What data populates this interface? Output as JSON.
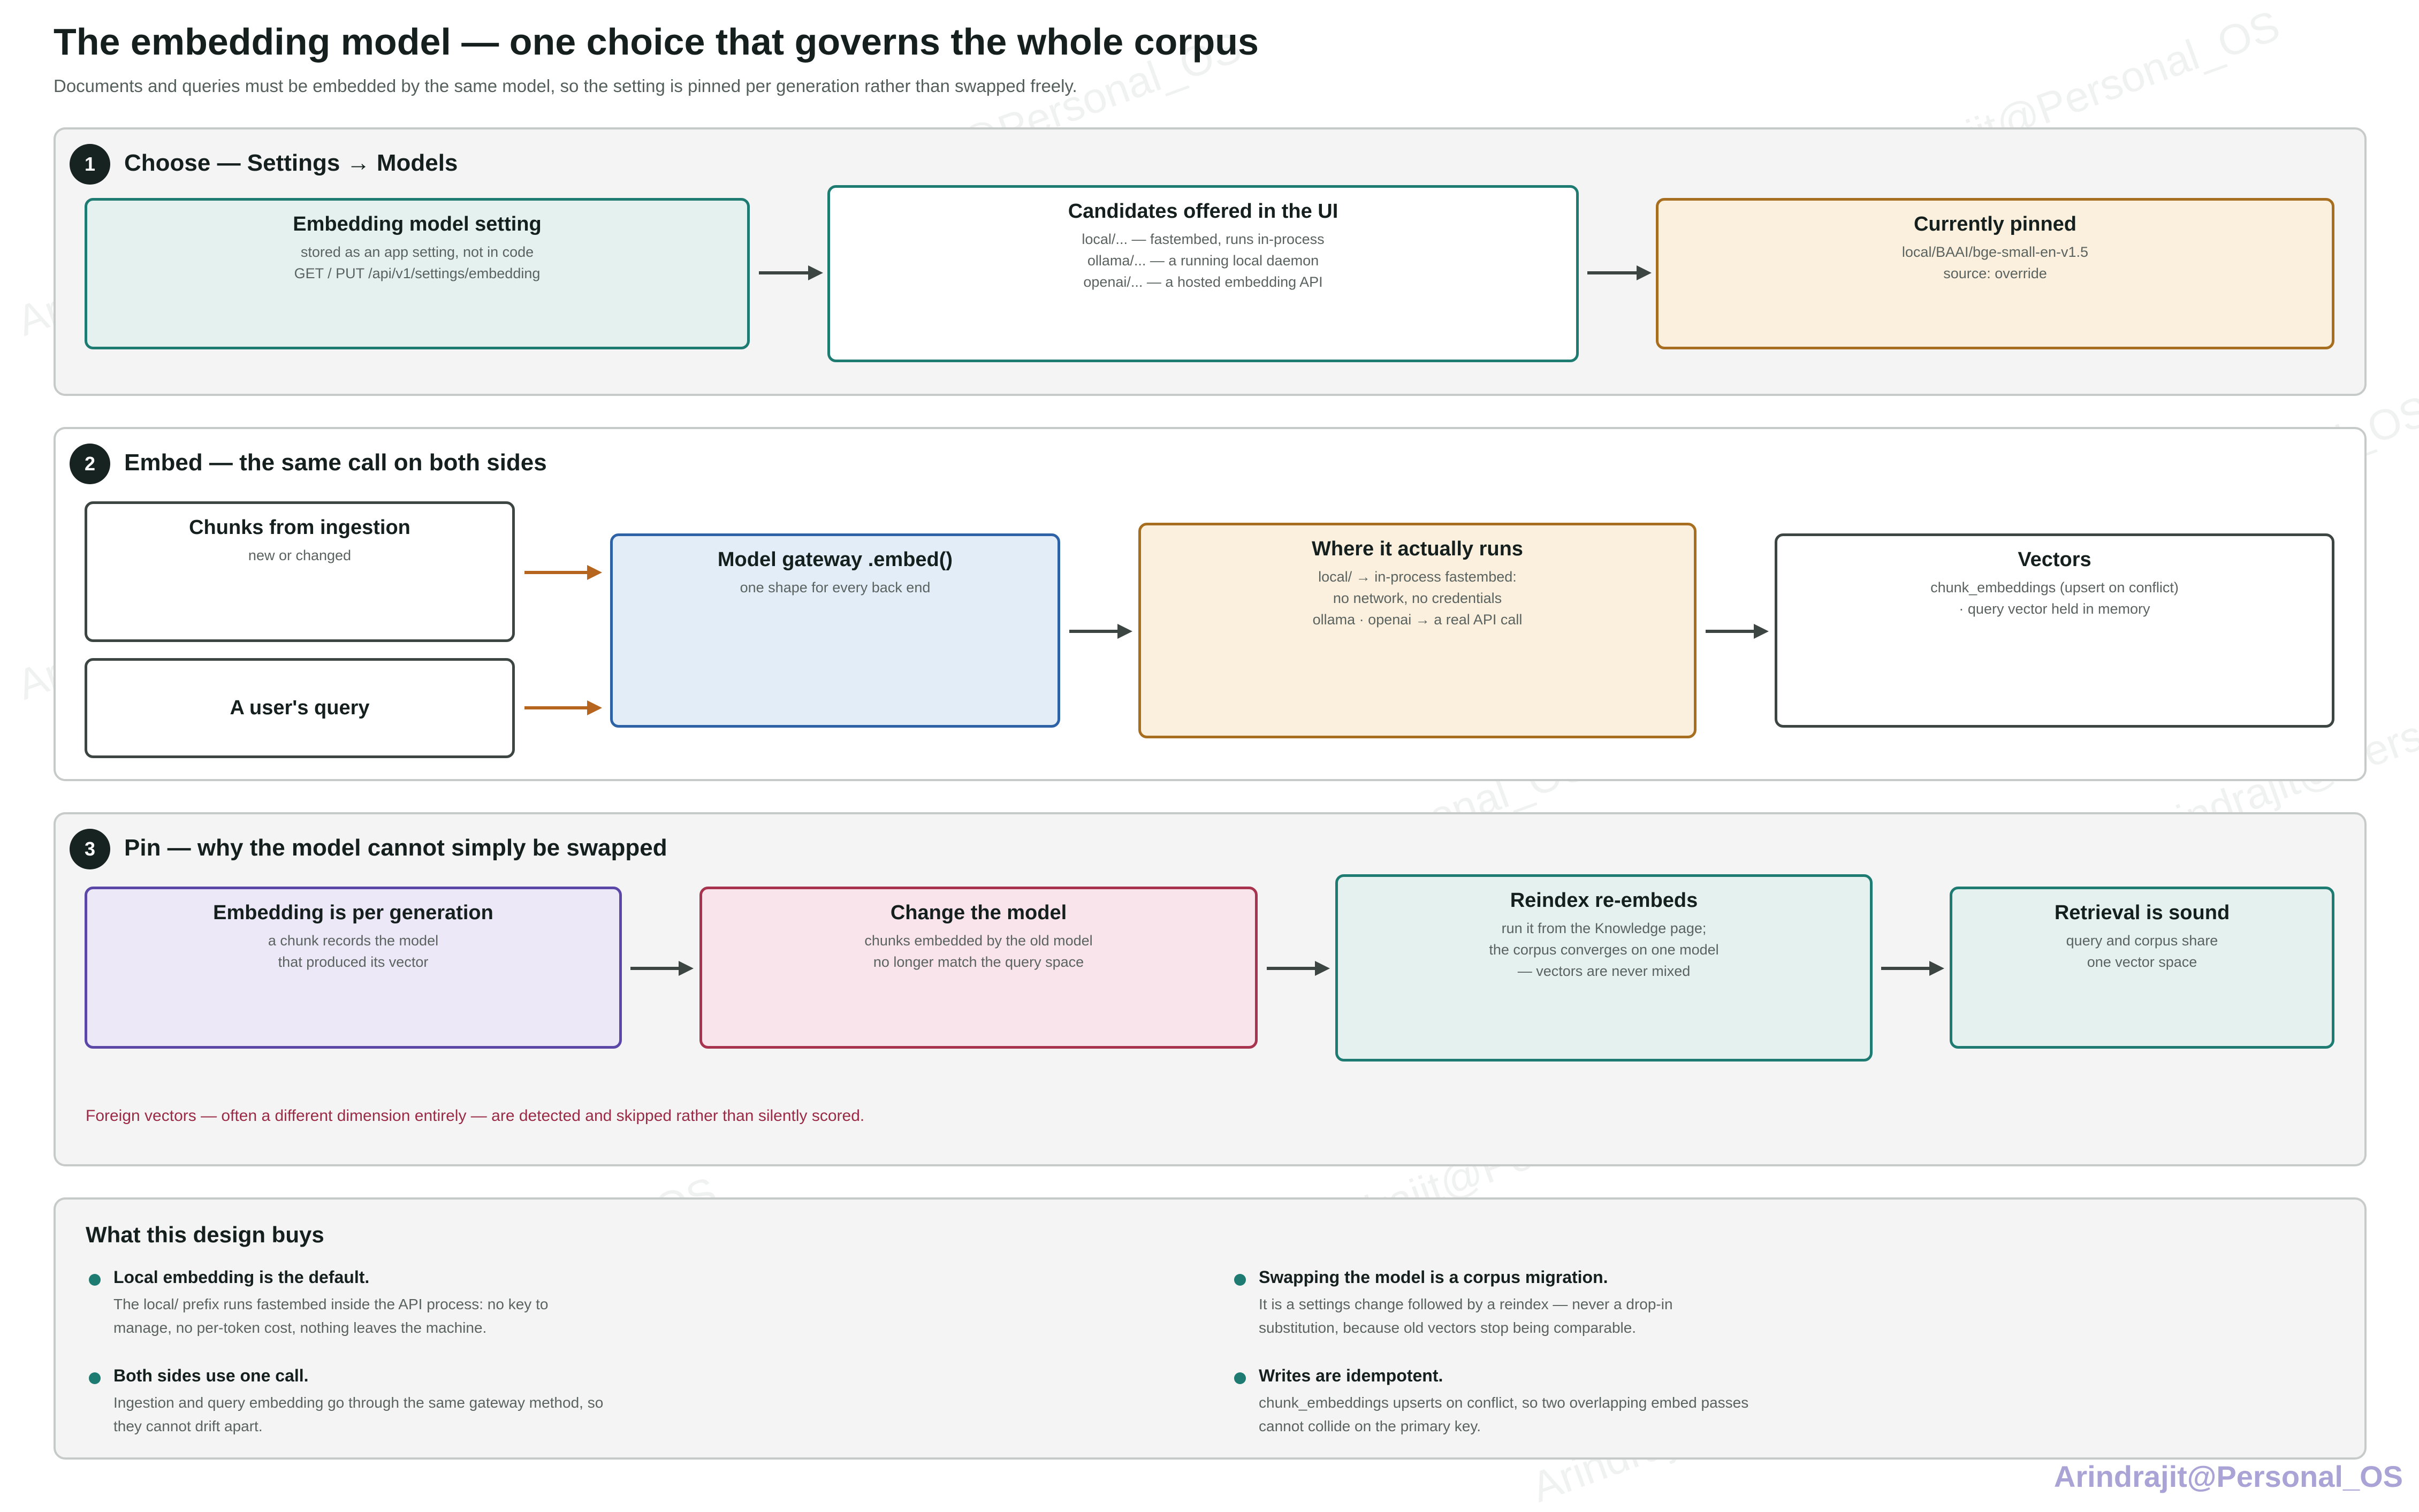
{
  "title": "The embedding model — one choice that governs the whole corpus",
  "subtitle": "Documents and queries must be embedded by the same model, so the setting is pinned per generation rather than swapped freely.",
  "section1": {
    "number": "1",
    "title": "Choose — Settings → Models",
    "nodes": [
      {
        "title": "Embedding model setting",
        "body": "stored as an app setting, not in code\nGET / PUT /api/v1/settings/embedding"
      },
      {
        "title": "Candidates offered in the UI",
        "body": "local/... — fastembed, runs in-process\nollama/... — a running local daemon\nopenai/... — a hosted embedding API"
      },
      {
        "title": "Currently pinned",
        "body": "local/BAAI/bge-small-en-v1.5\nsource: override"
      }
    ]
  },
  "section2": {
    "number": "2",
    "title": "Embed — the same call on both sides",
    "nodes": [
      {
        "title": "Chunks from ingestion",
        "body": "new or changed"
      },
      {
        "title": "A user's query",
        "body": ""
      },
      {
        "title": "Model gateway .embed()",
        "body": "one shape for every back end"
      },
      {
        "title": "Where it actually runs",
        "body": "local/ → in-process fastembed:\nno network, no credentials\nollama · openai → a real API call"
      },
      {
        "title": "Vectors",
        "body": "chunk_embeddings (upsert on conflict)\n· query vector held in memory"
      }
    ]
  },
  "section3": {
    "number": "3",
    "title": "Pin — why the model cannot simply be swapped",
    "nodes": [
      {
        "title": "Embedding is per generation",
        "body": "a chunk records the model\nthat produced its vector"
      },
      {
        "title": "Change the model",
        "body": "chunks embedded by the old model\nno longer match the query space"
      },
      {
        "title": "Reindex re-embeds",
        "body": "run it from the Knowledge page;\nthe corpus converges on one model\n— vectors are never mixed"
      },
      {
        "title": "Retrieval is sound",
        "body": "query and corpus share\none vector space"
      }
    ],
    "note": "Foreign vectors — often a different dimension entirely — are detected and skipped rather than silently scored."
  },
  "buys": {
    "title": "What this design buys",
    "items": [
      {
        "heading": "Local embedding is the default.",
        "body": "The local/ prefix runs fastembed inside the API process: no key to\nmanage, no per-token cost, nothing leaves the machine."
      },
      {
        "heading": "Both sides use one call.",
        "body": "Ingestion and query embedding go through the same gateway method, so\nthey cannot drift apart."
      },
      {
        "heading": "Swapping the model is a corpus migration.",
        "body": "It is a settings change followed by a reindex — never a drop-in\nsubstitution, because old vectors stop being comparable."
      },
      {
        "heading": "Writes are idempotent.",
        "body": "chunk_embeddings upserts on conflict, so two overlapping embed passes\ncannot collide on the primary key."
      }
    ]
  },
  "watermark": "Arindrajit@Personal_OS",
  "colors": {
    "teal": "#1d7b72",
    "amber": "#a86e1f",
    "blue": "#2e62a6",
    "purple": "#5b47a8",
    "rose": "#a8334f",
    "arrow_dark": "#3d4543",
    "arrow_orange": "#b5651d"
  }
}
